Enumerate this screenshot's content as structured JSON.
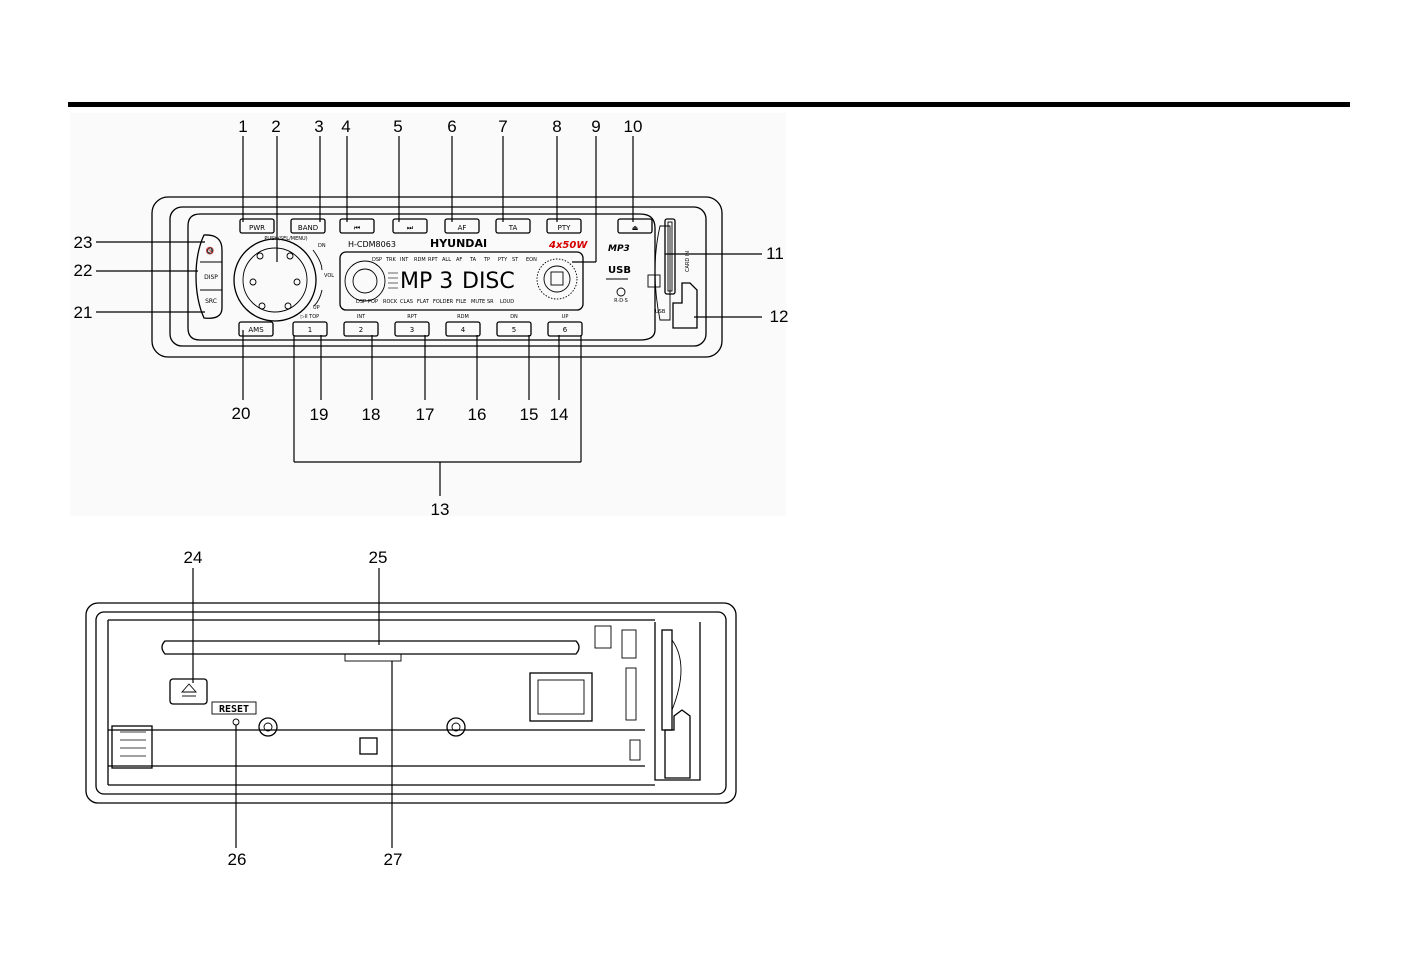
{
  "front_panel": {
    "buttons_top": [
      {
        "id": "pwr",
        "label": "PWR"
      },
      {
        "id": "band",
        "label": "BAND"
      },
      {
        "id": "prev",
        "label": "⏮"
      },
      {
        "id": "next",
        "label": "⏭"
      },
      {
        "id": "af",
        "label": "AF"
      },
      {
        "id": "ta",
        "label": "TA"
      },
      {
        "id": "pty",
        "label": "PTY"
      },
      {
        "id": "eject",
        "label": "⏏"
      }
    ],
    "buttons_left": [
      {
        "id": "mute",
        "label": "🔇"
      },
      {
        "id": "disp",
        "label": "DISP"
      },
      {
        "id": "src",
        "label": "SRC"
      }
    ],
    "buttons_bottom": [
      {
        "id": "ams",
        "label": "AMS",
        "sub": ""
      },
      {
        "id": "p1",
        "label": "1",
        "sub": "▷II TOP"
      },
      {
        "id": "p2",
        "label": "2",
        "sub": "INT"
      },
      {
        "id": "p3",
        "label": "3",
        "sub": "RPT"
      },
      {
        "id": "p4",
        "label": "4",
        "sub": "RDM"
      },
      {
        "id": "p5",
        "label": "5",
        "sub": "DN"
      },
      {
        "id": "p6",
        "label": "6",
        "sub": "UP"
      }
    ],
    "model": "H-CDM8063",
    "brand": "HYUNDAI",
    "power": "4x50W",
    "mp3_logo": "MP3",
    "usb_logo": "USB",
    "rds_logo": "R·D·S",
    "knob_labels": {
      "top": "PUSH(SEL/MENU)",
      "dn": "DN",
      "vol": "VOL",
      "up": "UP"
    },
    "display": {
      "main_text_1": "MP 3",
      "main_text_2": "DISC",
      "top_indicators": [
        "DSP",
        "TRK",
        "INT",
        "RDM",
        "RPT",
        "ALL",
        "AF",
        "TA",
        "TP",
        "PTY",
        "ST",
        "EON"
      ],
      "bottom_indicators": [
        "DSP",
        "POP",
        "ROCK",
        "CLAS",
        "FLAT",
        "FOLDER",
        "FILE",
        "MUTE",
        "SR",
        "LOUD"
      ]
    },
    "card_label": "CARD IN",
    "usb_port_label": "USB"
  },
  "rear_panel": {
    "reset_label": "RESET"
  },
  "callouts": [
    "1",
    "2",
    "3",
    "4",
    "5",
    "6",
    "7",
    "8",
    "9",
    "10",
    "11",
    "12",
    "13",
    "14",
    "15",
    "16",
    "17",
    "18",
    "19",
    "20",
    "21",
    "22",
    "23",
    "24",
    "25",
    "26",
    "27"
  ]
}
